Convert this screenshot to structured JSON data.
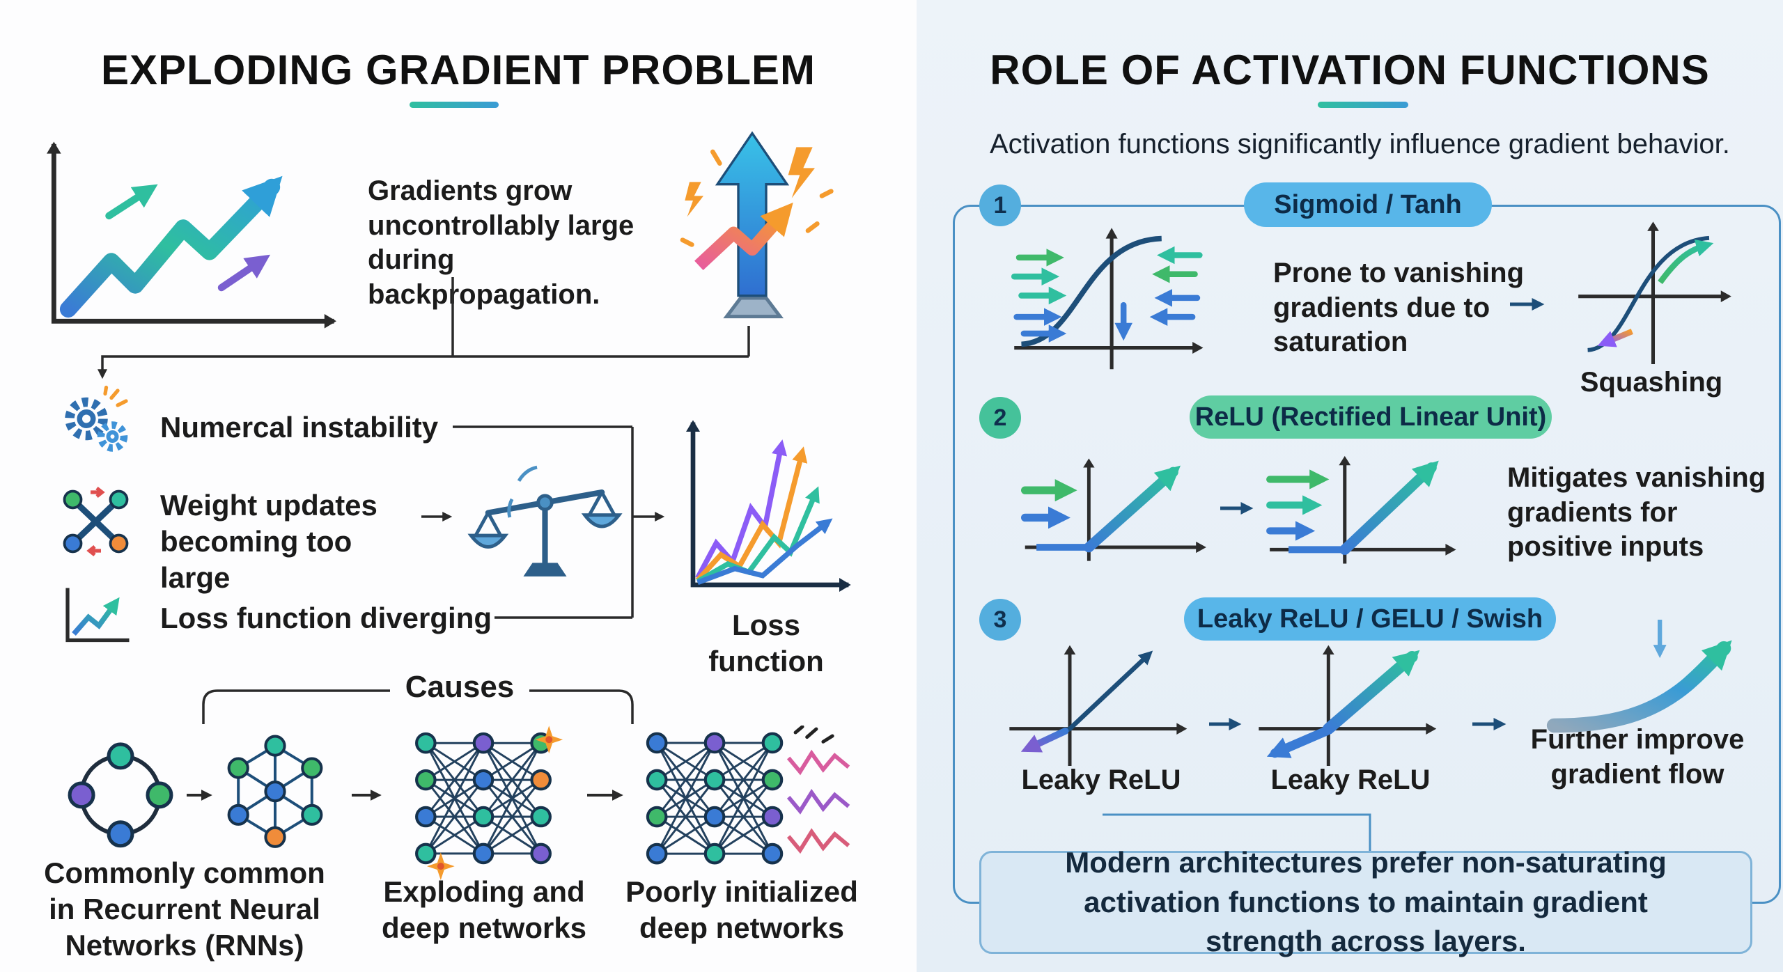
{
  "left": {
    "title": "EXPLODING GRADIENT PROBLEM",
    "intro": "Gradients grow uncontrollably large during backpropagation.",
    "effects": {
      "instability": "Numercal instability",
      "weights": "Weight updates becoming too large",
      "loss_diverge": "Loss function diverging"
    },
    "loss_chart_label": "Loss function",
    "causes_title": "Causes",
    "captions": {
      "rnn": "Commonly common in Recurrent Neural Networks (RNNs)",
      "exploding": "Exploding and deep networks",
      "poor_init": "Poorly initialized deep networks"
    }
  },
  "right": {
    "title": "ROLE OF ACTIVATION FUNCTIONS",
    "subtitle": "Activation functions significantly influence gradient behavior.",
    "items": [
      {
        "number": "1",
        "pill": "Sigmoid / Tanh",
        "description": "Prone to vanishing gradients due to saturation",
        "side_label": "Squashing"
      },
      {
        "number": "2",
        "pill": "ReLU (Rectified Linear Unit)",
        "description": "Mitigates vanishing gradients for positive inputs"
      },
      {
        "number": "3",
        "pill": "Leaky ReLU / GELU / Swish",
        "description": "Further improve gradient flow",
        "graph_label_1": "Leaky ReLU",
        "graph_label_2": "Leaky ReLU"
      }
    ],
    "footer": "Modern architectures prefer non-saturating activation functions to maintain gradient strength across layers."
  },
  "colors": {
    "teal": "#2fbf9f",
    "green": "#3fb96a",
    "blue": "#3a7bd5",
    "navy": "#1d4e79",
    "orange": "#f59b2d",
    "purple": "#7a5fd0",
    "pill_blue": "#58b6e9",
    "pill_green": "#5fcda2",
    "right_bg": "#e9f1f8",
    "border_blue": "#4a90c4"
  }
}
